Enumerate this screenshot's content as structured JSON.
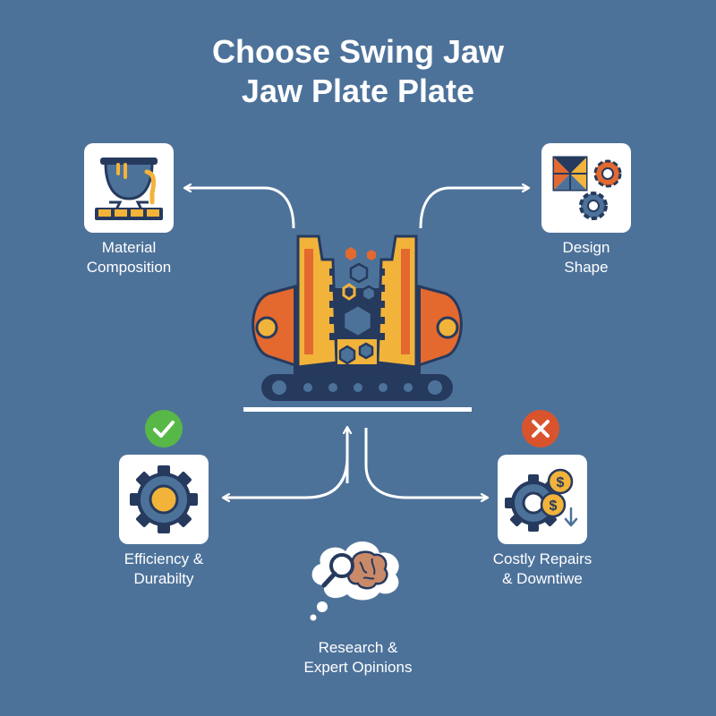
{
  "title": {
    "line1": "Choose Swing Jaw",
    "line2": "Jaw Plate Plate"
  },
  "nodes": {
    "material": {
      "line1": "Material",
      "line2": "Composition",
      "icon": "melting-pot-icon"
    },
    "design": {
      "line1": "Design",
      "line2": "Shape",
      "icon": "pattern-gears-icon"
    },
    "efficiency": {
      "line1": "Efficiency &",
      "line2": "Durabilty",
      "icon": "gear-icon",
      "status": "check-badge-icon"
    },
    "costly": {
      "line1": "Costly Repairs",
      "line2": "& Downtiwe",
      "icon": "gear-coins-icon",
      "status": "cross-badge-icon"
    },
    "research": {
      "line1": "Research &",
      "line2": "Expert Opinions",
      "icon": "thought-brain-magnifier-icon"
    }
  },
  "center": {
    "icon": "jaw-crusher-icon"
  },
  "colors": {
    "background": "#4d729a",
    "navy": "#263a5e",
    "orange": "#e3692f",
    "yellow": "#f2b33a",
    "green": "#58b847",
    "red": "#d9542d",
    "brain": "#c98a6a"
  }
}
